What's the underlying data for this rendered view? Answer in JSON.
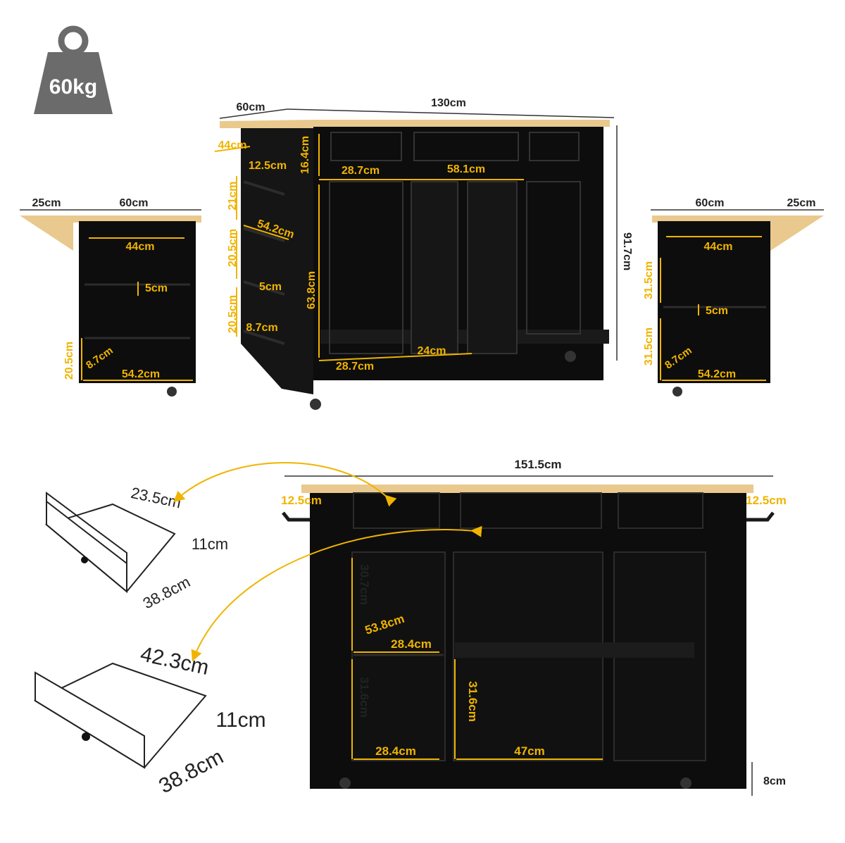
{
  "badge": {
    "weight": "60kg"
  },
  "colors": {
    "accent": "#f0b400",
    "cabinet": "#0d0d0d",
    "wood": "#e9c98e",
    "text": "#222222",
    "badge": "#6b6b6b"
  },
  "front": {
    "width": "130cm",
    "depth": "60cm",
    "height": "91.7cm",
    "drawer_h": "16.4cm",
    "drawer_w1": "28.7cm",
    "drawer_w2": "58.1cm",
    "door_h": "63.8cm",
    "door_w1": "28.7cm",
    "door_w2": "24cm"
  },
  "side_rack": {
    "rail": "44cm",
    "rail_gap": "12.5cm",
    "h1": "21cm",
    "diag1": "54.2cm",
    "h2": "20.5cm",
    "gap": "5cm",
    "h3": "20.5cm",
    "depth": "8.7cm"
  },
  "left_side": {
    "leaf": "25cm",
    "depth": "60cm",
    "rail": "44cm",
    "gap": "5cm",
    "h": "20.5cm",
    "depth_in": "8.7cm",
    "width_in": "54.2cm"
  },
  "right_side": {
    "depth": "60cm",
    "leaf": "25cm",
    "rail": "44cm",
    "h1": "31.5cm",
    "gap": "5cm",
    "h2": "31.5cm",
    "depth_in": "8.7cm",
    "width_in": "54.2cm"
  },
  "drawer_small": {
    "width": "23.5cm",
    "height": "11cm",
    "depth": "38.8cm"
  },
  "drawer_large": {
    "width": "42.3cm",
    "height": "11cm",
    "depth": "38.8cm"
  },
  "open_view": {
    "width": "151.5cm",
    "leaf_left": "12.5cm",
    "leaf_right": "12.5cm",
    "upper_h": "30.7cm",
    "diag": "53.8cm",
    "shelf_w1": "28.4cm",
    "lower_h1": "31.6cm",
    "lower_h2": "31.6cm",
    "bottom_w1": "28.4cm",
    "bottom_w2": "47cm",
    "base_h": "8cm"
  }
}
